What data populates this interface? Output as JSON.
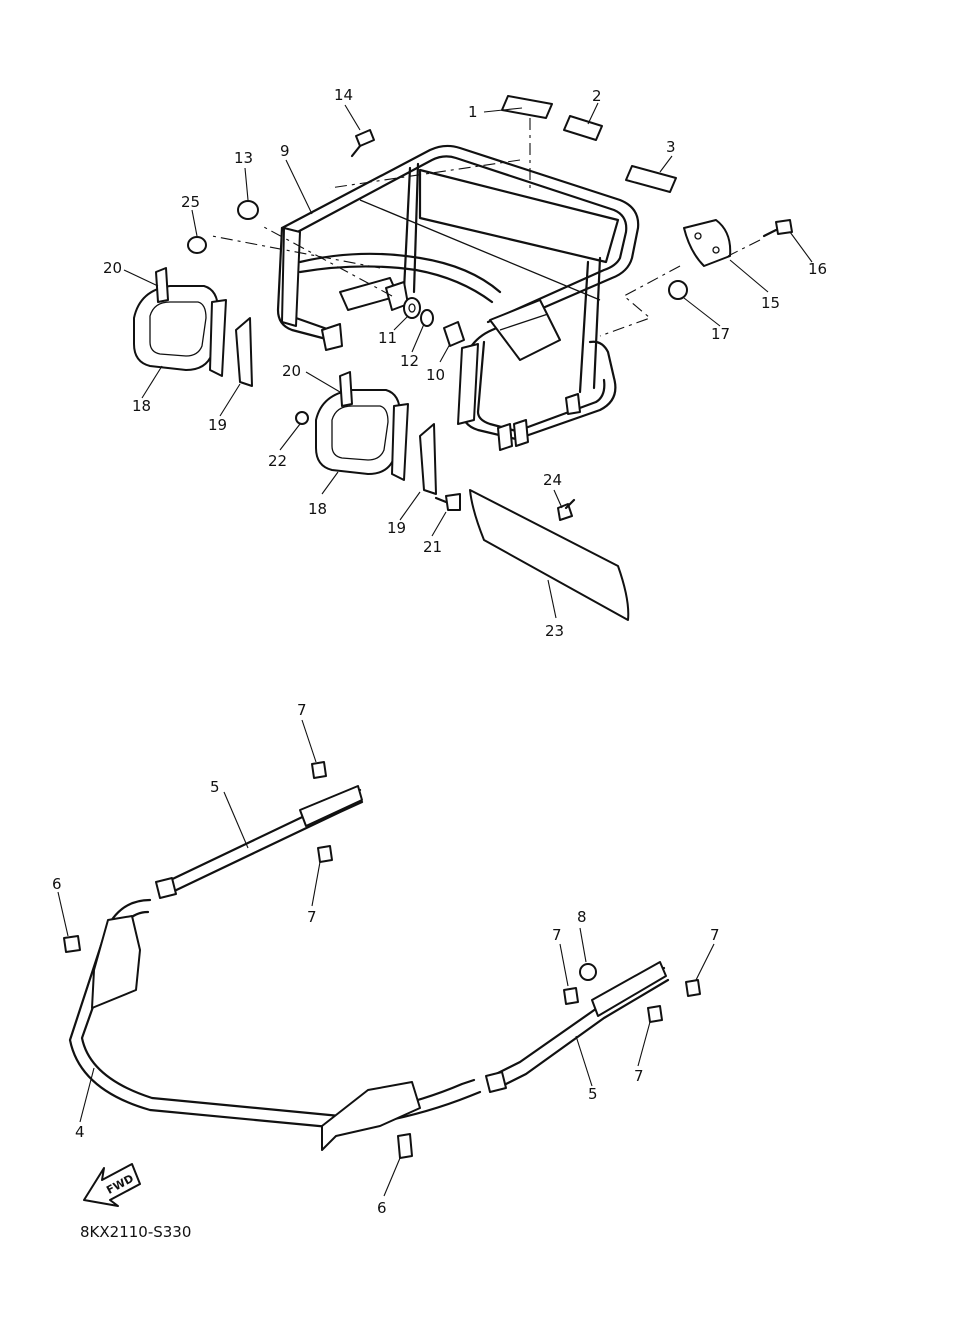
{
  "diagram": {
    "drawing_code": "8KX2110-S330",
    "fwd_label": "FWD",
    "callouts": {
      "c1": "1",
      "c2": "2",
      "c3": "3",
      "c9": "9",
      "c13": "13",
      "c14": "14",
      "c25": "25",
      "c20a": "20",
      "c18a": "18",
      "c19a": "19",
      "c11": "11",
      "c12": "12",
      "c10": "10",
      "c15": "15",
      "c16": "16",
      "c17": "17",
      "c20b": "20",
      "c22": "22",
      "c18b": "18",
      "c19b": "19",
      "c21": "21",
      "c24": "24",
      "c23": "23",
      "c7a": "7",
      "c5a": "5",
      "c7b": "7",
      "c6a": "6",
      "c4": "4",
      "c8": "8",
      "c7c": "7",
      "c7d": "7",
      "c7e": "7",
      "c5b": "5",
      "c6b": "6"
    }
  }
}
